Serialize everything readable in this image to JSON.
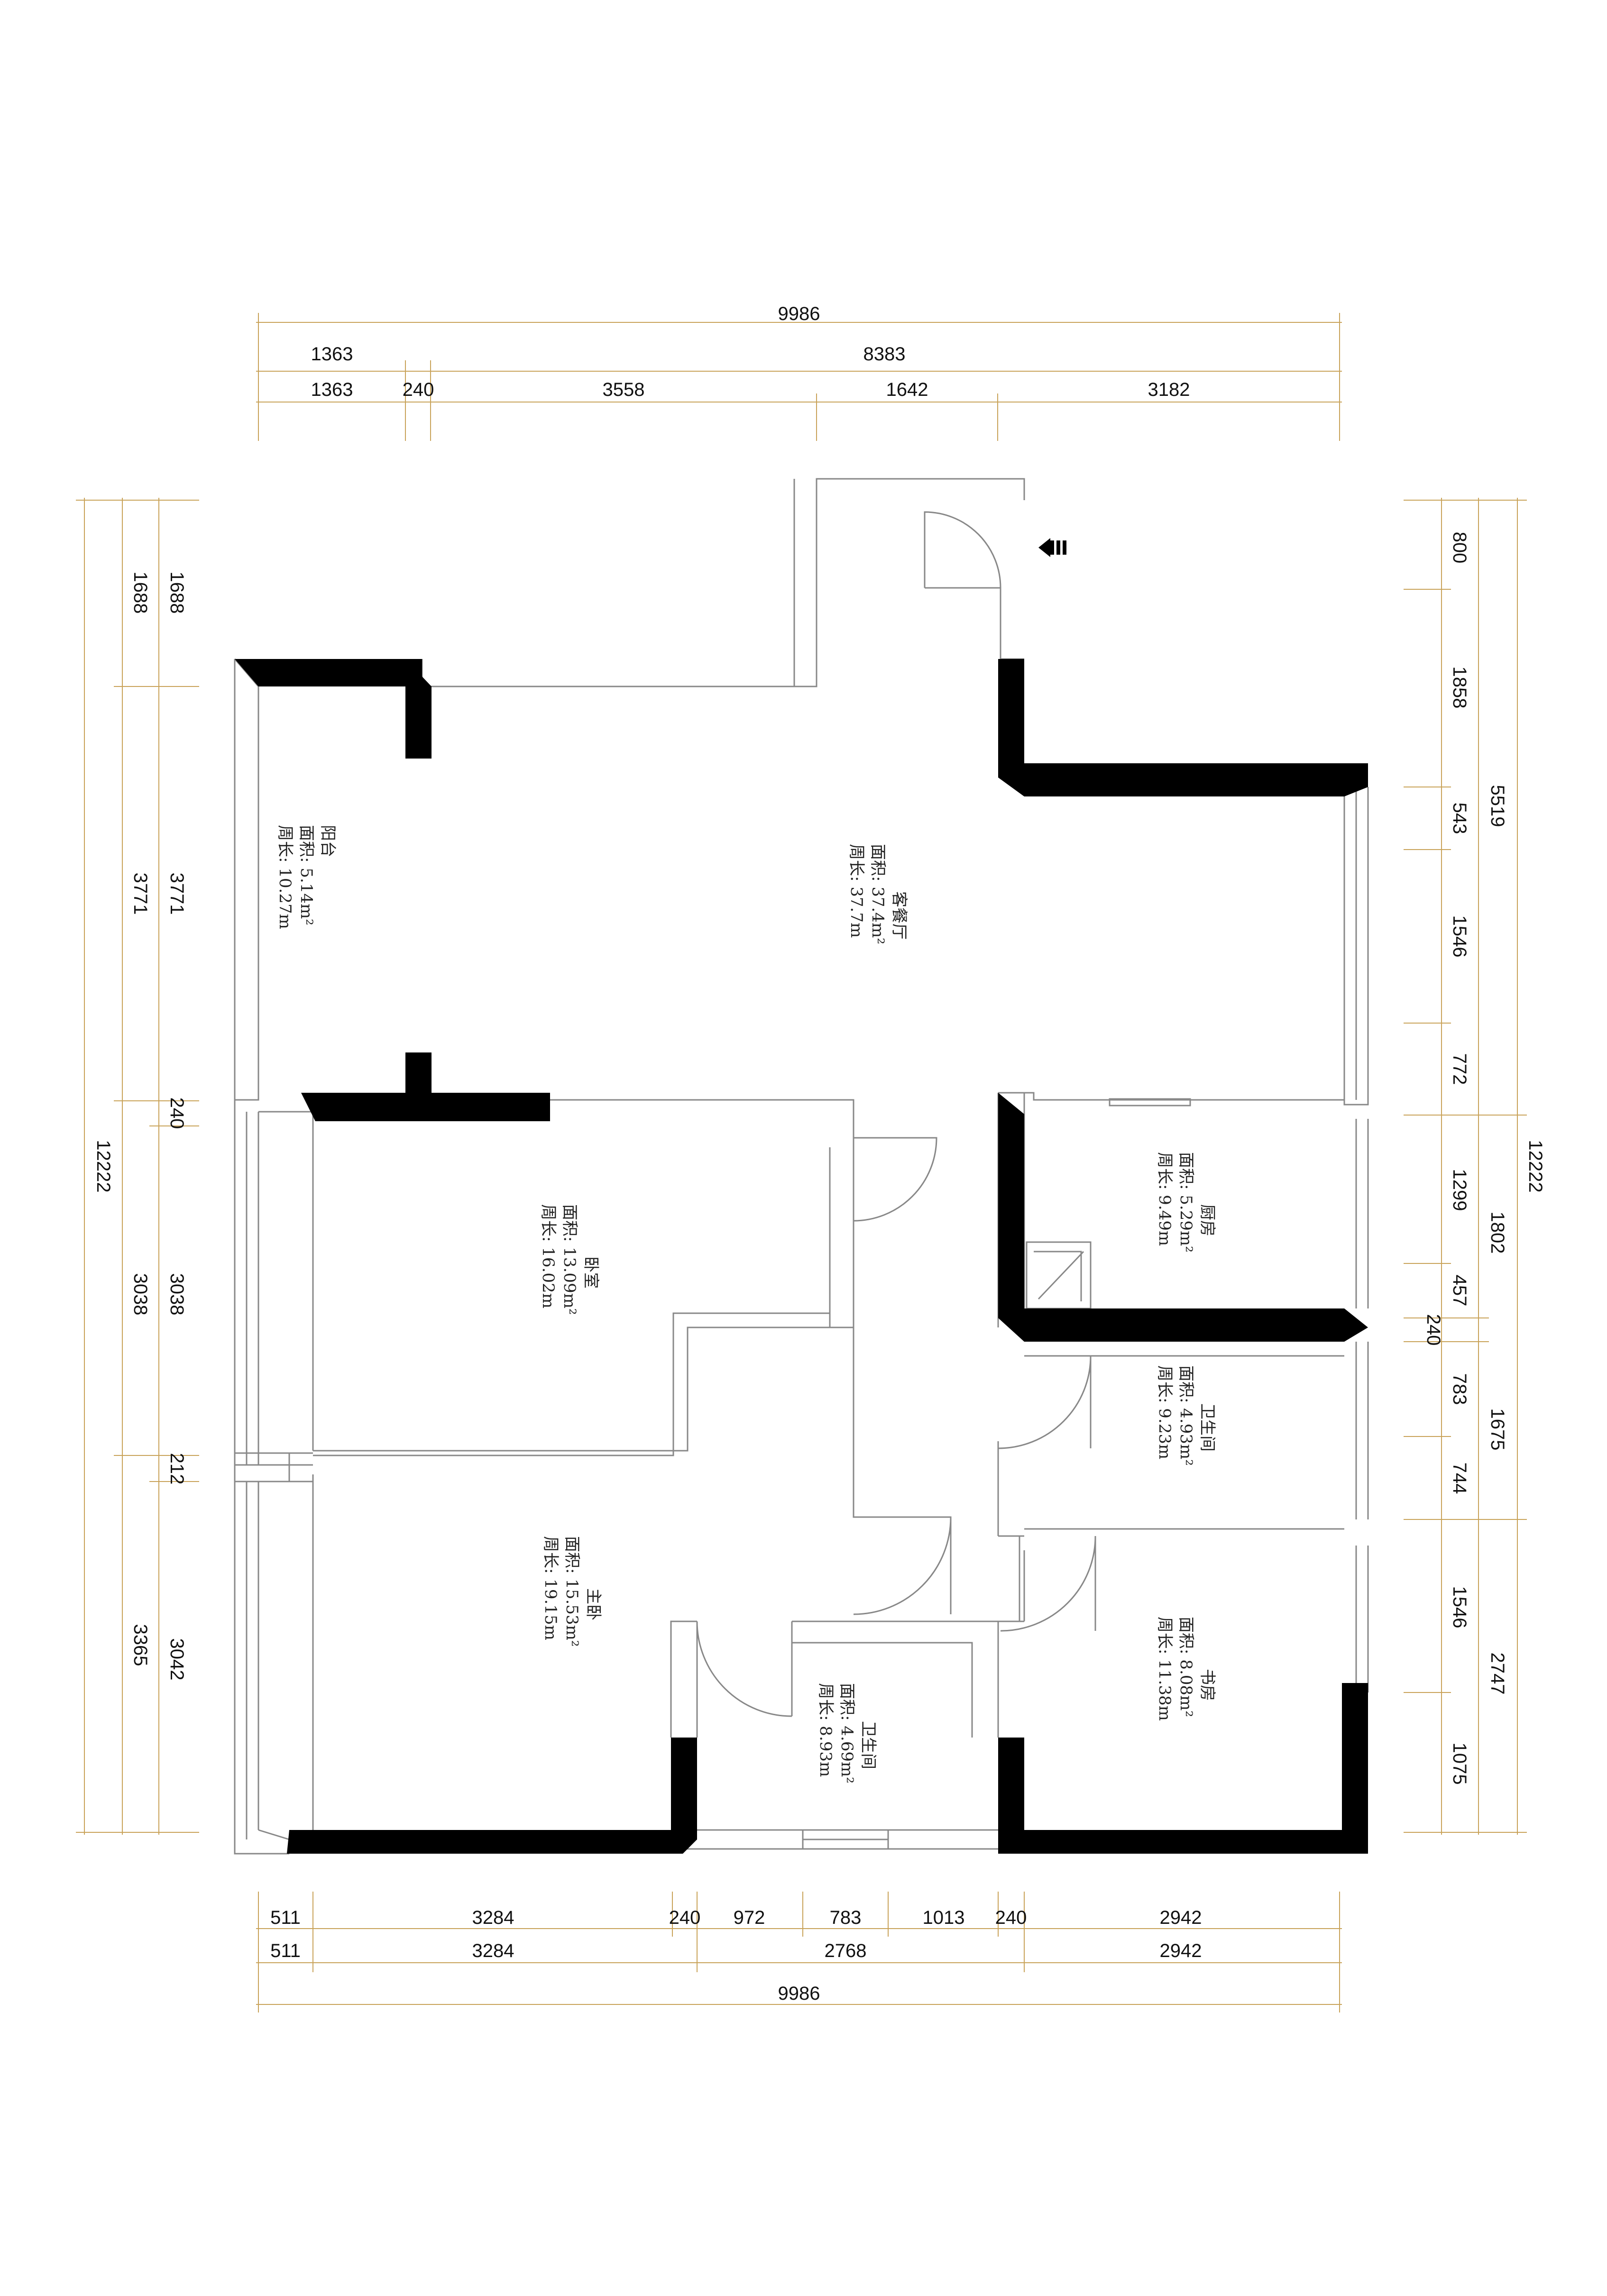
{
  "dimensions": {
    "top": {
      "total": "9986",
      "mid": [
        "1363",
        "8383"
      ],
      "detail": [
        "1363",
        "240",
        "3558",
        "1642",
        "3182"
      ]
    },
    "bottom": {
      "detail": [
        "511",
        "3284",
        "240",
        "972",
        "783",
        "1013",
        "240",
        "2942"
      ],
      "mid": [
        "511",
        "3284",
        "2768",
        "2942"
      ],
      "total": "9986"
    },
    "left": {
      "total": "12222",
      "mid": [
        "1688",
        "3771",
        "3038",
        "3365"
      ],
      "detail": [
        "1688",
        "3771",
        "240",
        "3038",
        "212",
        "3042"
      ]
    },
    "right": {
      "detail": [
        "800",
        "1858",
        "543",
        "1546",
        "772",
        "1299",
        "457",
        "240",
        "783",
        "744",
        "1546",
        "1075"
      ],
      "mid": [
        "5519",
        "1802",
        "1675",
        "2747"
      ],
      "total": "12222"
    }
  },
  "rooms": [
    {
      "id": "balcony",
      "name": "阳台",
      "area": "面积: 5.14m²",
      "perimeter": "周长: 10.27m"
    },
    {
      "id": "living",
      "name": "客餐厅",
      "area": "面积: 37.4m²",
      "perimeter": "周长: 37.7m"
    },
    {
      "id": "bedroom",
      "name": "卧室",
      "area": "面积: 13.09m²",
      "perimeter": "周长: 16.02m"
    },
    {
      "id": "kitchen",
      "name": "厨房",
      "area": "面积: 5.29m²",
      "perimeter": "周长: 9.49m"
    },
    {
      "id": "bath1",
      "name": "卫生间",
      "area": "面积: 4.93m²",
      "perimeter": "周长: 9.23m"
    },
    {
      "id": "master",
      "name": "主卧",
      "area": "面积: 15.53m²",
      "perimeter": "周长: 19.15m"
    },
    {
      "id": "bath2",
      "name": "卫生间",
      "area": "面积: 4.69m²",
      "perimeter": "周长: 8.93m"
    },
    {
      "id": "study",
      "name": "书房",
      "area": "面积: 8.08m²",
      "perimeter": "周长: 11.38m"
    }
  ],
  "colors": {
    "wall": "#000000",
    "dimension_line": "#c9a35a",
    "outline": "#888888"
  },
  "icons": [
    "entry-arrow-icon"
  ]
}
